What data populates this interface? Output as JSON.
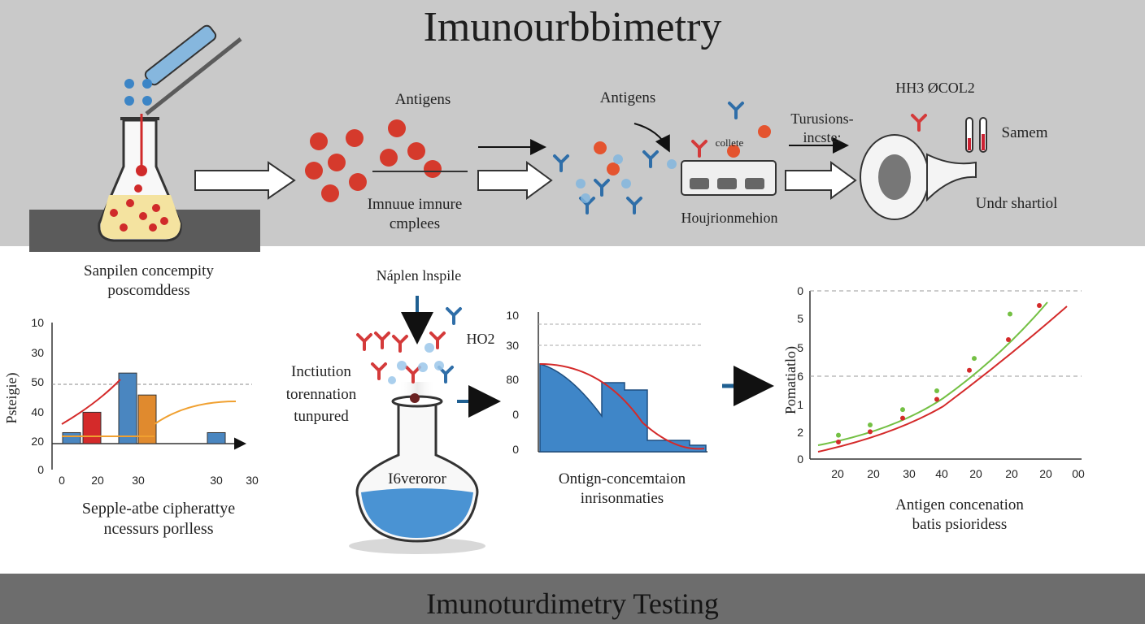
{
  "title": "Imunourbbimetry",
  "footer": "Imunoturdimetry Testing",
  "top_row": {
    "sample_label": "Sanpilen concempity\nposcomddess",
    "antigens_1": "Antigens",
    "immune_label": "Imnuue imnure\ncmplees",
    "antigens_2": "Antigens",
    "collete": "collete",
    "plate_label": "Houjrionmehion",
    "turbid_label": "Turusions-\nincste:",
    "chem_formula": "HH3  ØCOL2",
    "samem": "Samem",
    "detector_label": "Undr shartiol"
  },
  "middle": {
    "sample_inspile": "Náplen lnspile",
    "ho2": "HO2",
    "incubation": "Inctiution\ntorennation\ntunpured",
    "flask_label": "I6veroror"
  },
  "captions": {
    "chart1": "Sepple-atbe cipherattye\nncessurs porlless",
    "chart2": "Ontign-concemtaion\ninrisonmaties",
    "chart3": "Antigen concenation\nbatis psioridess"
  },
  "chart_data": [
    {
      "type": "bar",
      "ylabel": "Psteigie)",
      "xticks": [
        "0",
        "20",
        "30",
        "30",
        "30"
      ],
      "yticks": [
        "10",
        "30",
        "50",
        "40",
        "20",
        "0"
      ],
      "bars": [
        {
          "color": "#4a86c0",
          "value": 27
        },
        {
          "color": "#d42a2a",
          "value": 40
        },
        {
          "color": "#4a86c0",
          "value": 65
        },
        {
          "color": "#e08a2e",
          "value": 51
        },
        {
          "color": "#4a86c0",
          "value": 27
        }
      ]
    },
    {
      "type": "area",
      "yticks": [
        "10",
        "30",
        "80",
        "0",
        "0"
      ],
      "area_color": "#3f86c8",
      "curve_color": "#d42a2a"
    },
    {
      "type": "line",
      "ylabel": "Pomatiatlo)",
      "xticks": [
        "20",
        "20",
        "30",
        "40",
        "20",
        "20",
        "20",
        "00"
      ],
      "yticks": [
        "0",
        "5",
        "5",
        "6",
        "1",
        "2",
        "0"
      ],
      "series": [
        {
          "color": "#74c044",
          "values": [
            1.4,
            2.0,
            2.9,
            4.0,
            5.9,
            8.5
          ]
        },
        {
          "color": "#d42a2a",
          "values": [
            1.0,
            1.6,
            2.4,
            3.5,
            5.2,
            7.0,
            9.0
          ]
        }
      ]
    }
  ]
}
